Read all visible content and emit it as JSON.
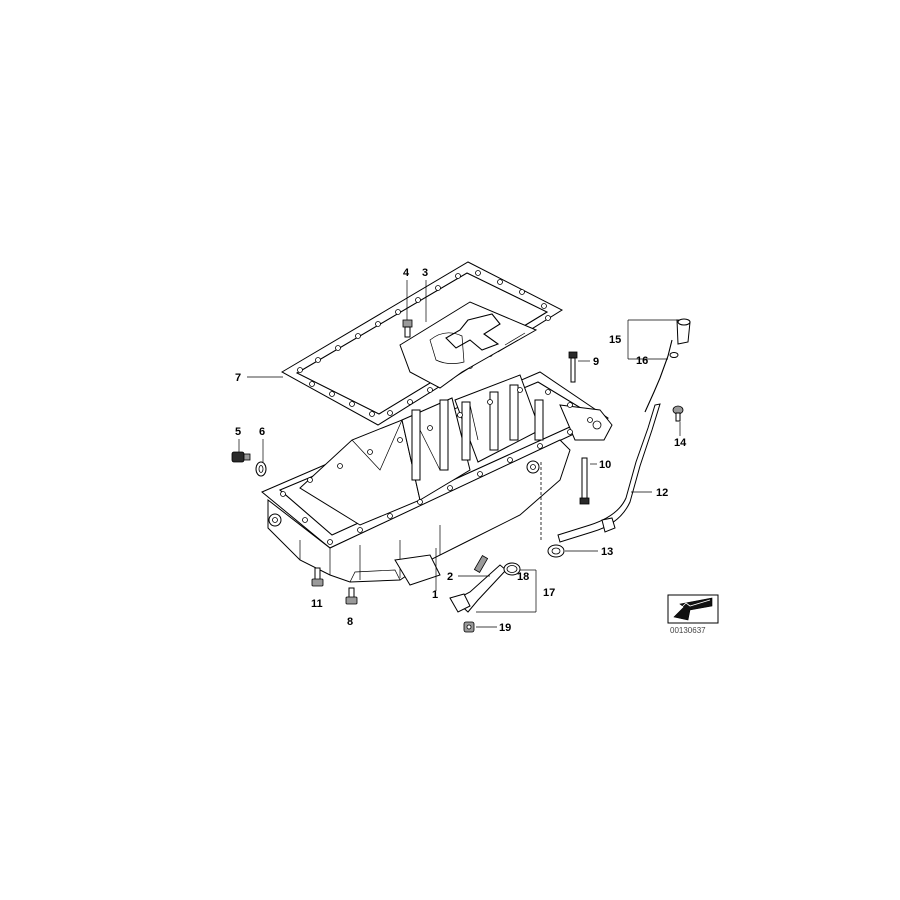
{
  "diagram": {
    "labels": [
      "1",
      "2",
      "3",
      "4",
      "5",
      "6",
      "7",
      "8",
      "9",
      "10",
      "11",
      "12",
      "13",
      "14",
      "15",
      "16",
      "17",
      "18",
      "19"
    ],
    "reference_number": "00130637"
  }
}
